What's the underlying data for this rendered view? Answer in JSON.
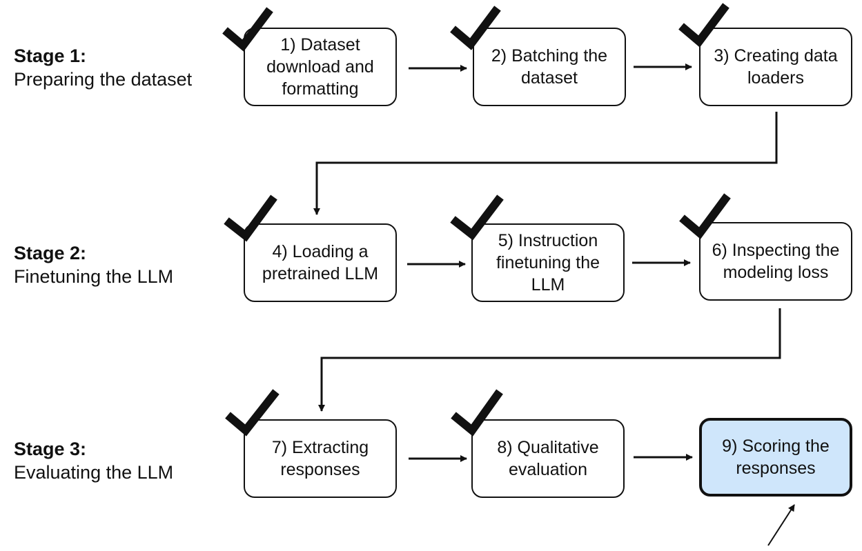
{
  "stages": [
    {
      "title": "Stage 1:",
      "subtitle": "Preparing the dataset"
    },
    {
      "title": "Stage 2:",
      "subtitle": "Finetuning the LLM"
    },
    {
      "title": "Stage 3:",
      "subtitle": "Evaluating the LLM"
    }
  ],
  "steps": [
    {
      "label": "1) Dataset download and formatting",
      "completed": true
    },
    {
      "label": "2) Batching the dataset",
      "completed": true
    },
    {
      "label": "3) Creating data loaders",
      "completed": true
    },
    {
      "label": "4) Loading a pretrained LLM",
      "completed": true
    },
    {
      "label": "5) Instruction finetuning the LLM",
      "completed": true
    },
    {
      "label": "6) Inspecting the modeling loss",
      "completed": true
    },
    {
      "label": "7) Extracting responses",
      "completed": true
    },
    {
      "label": "8) Qualitative evaluation",
      "completed": true
    },
    {
      "label": "9) Scoring the responses",
      "completed": false,
      "highlighted": true
    }
  ],
  "colors": {
    "highlight_fill": "#cfe6fb",
    "stroke": "#111111"
  },
  "icons": {
    "completed": "checkmark-icon"
  }
}
